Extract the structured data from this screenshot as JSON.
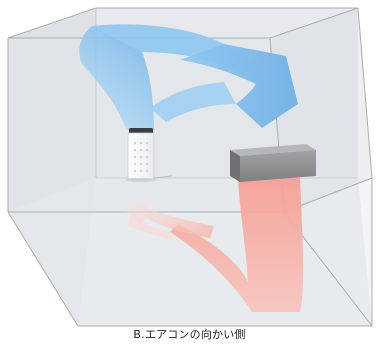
{
  "caption": "B.エアコンの向かい側",
  "colors": {
    "room_wall": "#e4e7ea",
    "room_floor": "#ecedef",
    "room_edge": "#a9adb3",
    "airflow_cool": "#8ec6f0",
    "airflow_warm": "#f5a9a0",
    "air_conditioner": "#8c8e90",
    "purifier": "#f7f8fa"
  },
  "icons": {
    "room": "room-box",
    "air_conditioner": "air-conditioner-unit",
    "air_purifier": "air-purifier-unit",
    "cool_airflow": "blue-arrow",
    "warm_airflow": "pink-arrow"
  }
}
